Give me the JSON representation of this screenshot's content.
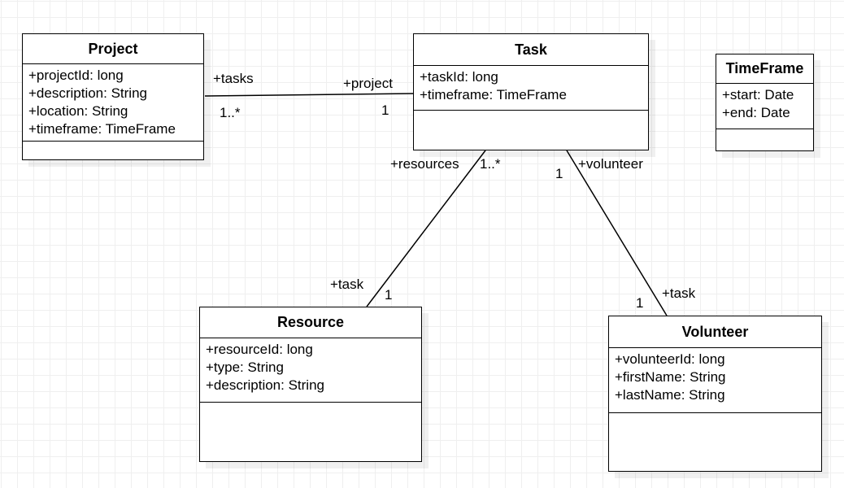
{
  "classes": {
    "project": {
      "name": "Project",
      "attributes": [
        "+projectId: long",
        "+description: String",
        "+location: String",
        "+timeframe: TimeFrame"
      ]
    },
    "task": {
      "name": "Task",
      "attributes": [
        "+taskId: long",
        "+timeframe: TimeFrame"
      ]
    },
    "timeframe": {
      "name": "TimeFrame",
      "attributes": [
        "+start: Date",
        "+end: Date"
      ]
    },
    "resource": {
      "name": "Resource",
      "attributes": [
        "+resourceId: long",
        "+type: String",
        "+description: String"
      ]
    },
    "volunteer": {
      "name": "Volunteer",
      "attributes": [
        "+volunteerId: long",
        "+firstName: String",
        "+lastName: String"
      ]
    }
  },
  "associations": {
    "project_task": {
      "source_role": "+tasks",
      "source_multiplicity": "1..*",
      "target_role": "+project",
      "target_multiplicity": "1"
    },
    "task_resource": {
      "task_end_role": "+resources",
      "task_end_multiplicity": "1..*",
      "resource_end_role": "+task",
      "resource_end_multiplicity": "1"
    },
    "task_volunteer": {
      "task_end_role": "+volunteer",
      "task_end_multiplicity": "1",
      "volunteer_end_role": "+task",
      "volunteer_end_multiplicity": "1"
    }
  }
}
